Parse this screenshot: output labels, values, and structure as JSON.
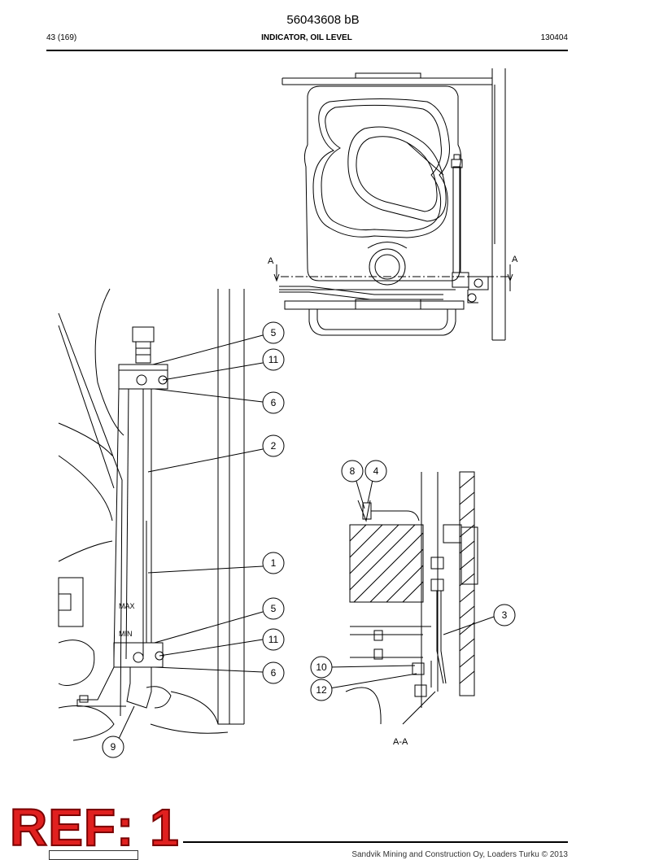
{
  "header": {
    "doc_number": "56043608 bB",
    "page_counter": "43 (169)",
    "title": "INDICATOR, OIL LEVEL",
    "date_code": "130404"
  },
  "drawing": {
    "section_marks": [
      "A",
      "A"
    ],
    "section_caption": "A-A",
    "callouts": [
      "5",
      "11",
      "6",
      "2",
      "1",
      "5",
      "11",
      "6",
      "9",
      "8",
      "4",
      "3",
      "10",
      "12"
    ],
    "gauge_marks": [
      "MAX",
      "MIN"
    ]
  },
  "footer": {
    "ref_stamp": "REF: 1",
    "copyright": "Sandvik Mining and Construction Oy, Loaders Turku © 2013"
  }
}
